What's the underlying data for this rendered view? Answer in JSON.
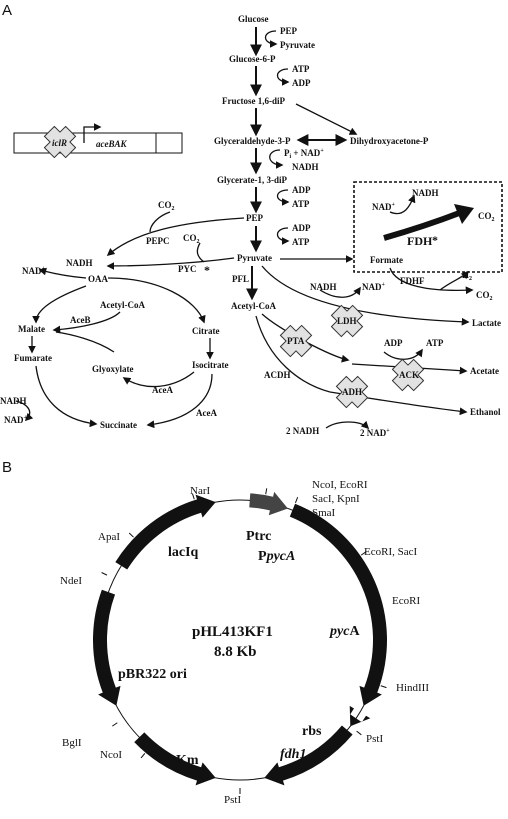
{
  "panels": {
    "a": "A",
    "b": "B"
  },
  "pathway": {
    "glucose": "Glucose",
    "glucose6p": "Glucose-6-P",
    "f16dip": "Fructose 1,6-diP",
    "g3p": "Glyceraldehyde-3-P",
    "dhap": "Dihydroxyacetone-P",
    "g13dip": "Glycerate-1, 3-diP",
    "pep": "PEP",
    "pyruvate": "Pyruvate",
    "acetylcoa": "Acetyl-CoA",
    "oaa": "OAA",
    "malate": "Malate",
    "fumarate": "Fumarate",
    "succinate": "Succinate",
    "citrate": "Citrate",
    "isocitrate": "Isocitrate",
    "glyoxylate": "Glyoxylate",
    "acetylcoa2": "Acetyl-CoA",
    "formate": "Formate",
    "lactate": "Lactate",
    "acetate": "Acetate",
    "ethanol": "Ethanol",
    "co2": "CO",
    "h2": "H",
    "sub2": "2",
    "pep_side": "PEP",
    "pyruvate_side": "Pyruvate",
    "atp": "ATP",
    "adp": "ADP",
    "nadh": "NADH",
    "nad": "NAD",
    "plus": "+",
    "pi_nad_p": "P",
    "pi_nad_i": "i",
    "pi_nad_rest": " + NAD",
    "two_nadh": "2 NADH",
    "two_nad": "2 NAD",
    "pepc": "PEPC",
    "pyc": "PYC",
    "pfl": "PFL",
    "aceb": "AceB",
    "acea1": "AceA",
    "acea2": "AceA",
    "acdh": "ACDH",
    "fdhf": "FDHF",
    "fdh": "FDH",
    "star": "*",
    "ldh": "LDH",
    "pta": "PTA",
    "ack": "ACK",
    "adh": "ADH",
    "iclr": "iclR",
    "acebak": "aceBAK"
  },
  "plasmid": {
    "name": "pHL413KF1",
    "size": "8.8 Kb",
    "genes": {
      "laciq": "lacIq",
      "ptrc": "Ptrc",
      "ppyca_p": "P",
      "ppyca_rest": "pycA",
      "pyca_it": "pyc",
      "pyca_a": "A",
      "rbs": "rbs",
      "fdh1": "fdh1",
      "km": "Km",
      "ori": "pBR322 ori"
    },
    "sites": {
      "nari": "NarI",
      "ncoi_ecori": "NcoI, EcoRI",
      "saci_kpni": "SacI, KpnI",
      "smai": "SmaI",
      "ecori_saci": "EcoRI, SacI",
      "ecori": "EcoRI",
      "hindiii": "HindIII",
      "psti1": "PstI",
      "psti2": "PstI",
      "ncoi": "NcoI",
      "bgli": "BglI",
      "ndei": "NdeI",
      "apai": "ApaI"
    }
  }
}
